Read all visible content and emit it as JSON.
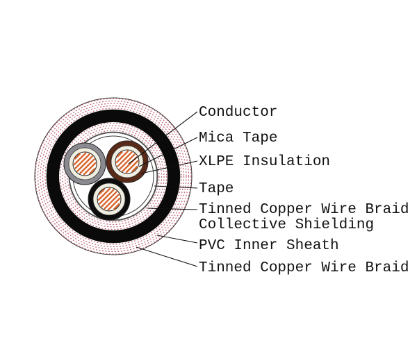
{
  "diagram": {
    "labels": [
      "Conductor",
      "Mica Tape",
      "XLPE Insulation",
      "Tape",
      "Tinned Copper Wire Braid",
      "Collective Shielding",
      "PVC Inner Sheath",
      "Tinned Copper Wire Braid"
    ],
    "colors": {
      "braid": "#c46a7a",
      "sheath": "#0a0a0a",
      "conductor": "#d8642a",
      "insulation": "#efeee0",
      "core_grey": "#8a8a90",
      "core_brown": "#5a2a18",
      "core_black": "#0d0d0d"
    }
  }
}
